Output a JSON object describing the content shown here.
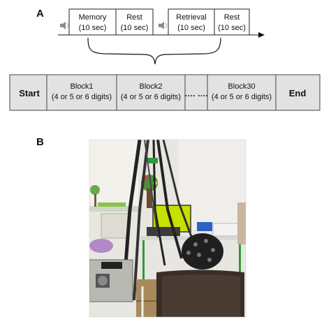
{
  "panel_a": {
    "label": "A",
    "timeline": [
      {
        "title": "Memory",
        "duration": "(10 sec)"
      },
      {
        "title": "Rest",
        "duration": "(10 sec)"
      },
      {
        "title": "Retrieval",
        "duration": "(10 sec)"
      },
      {
        "title": "Rest",
        "duration": "(10 sec)"
      }
    ],
    "speaker_icons": [
      "speaker-icon",
      "speaker-icon"
    ],
    "sequence": {
      "start": "Start",
      "blocks": [
        {
          "title": "Block1",
          "detail": "(4 or 5 or 6 digits)"
        },
        {
          "title": "Block2",
          "detail": "(4 or 5 or 6 digits)"
        },
        {
          "title": "Block30",
          "detail": "(4 or 5 or 6 digits)"
        }
      ],
      "ellipsis": "…. ….",
      "end": "End"
    }
  },
  "panel_b": {
    "label": "B",
    "photo_description": "EEG cap setup photo",
    "colors": {
      "wall": "#e8e6e0",
      "cabinet": "#a88a5c",
      "monitor_screen": "#c8e000",
      "chair": "#3a2e28",
      "desk_legs": "#2f9a3a"
    }
  }
}
